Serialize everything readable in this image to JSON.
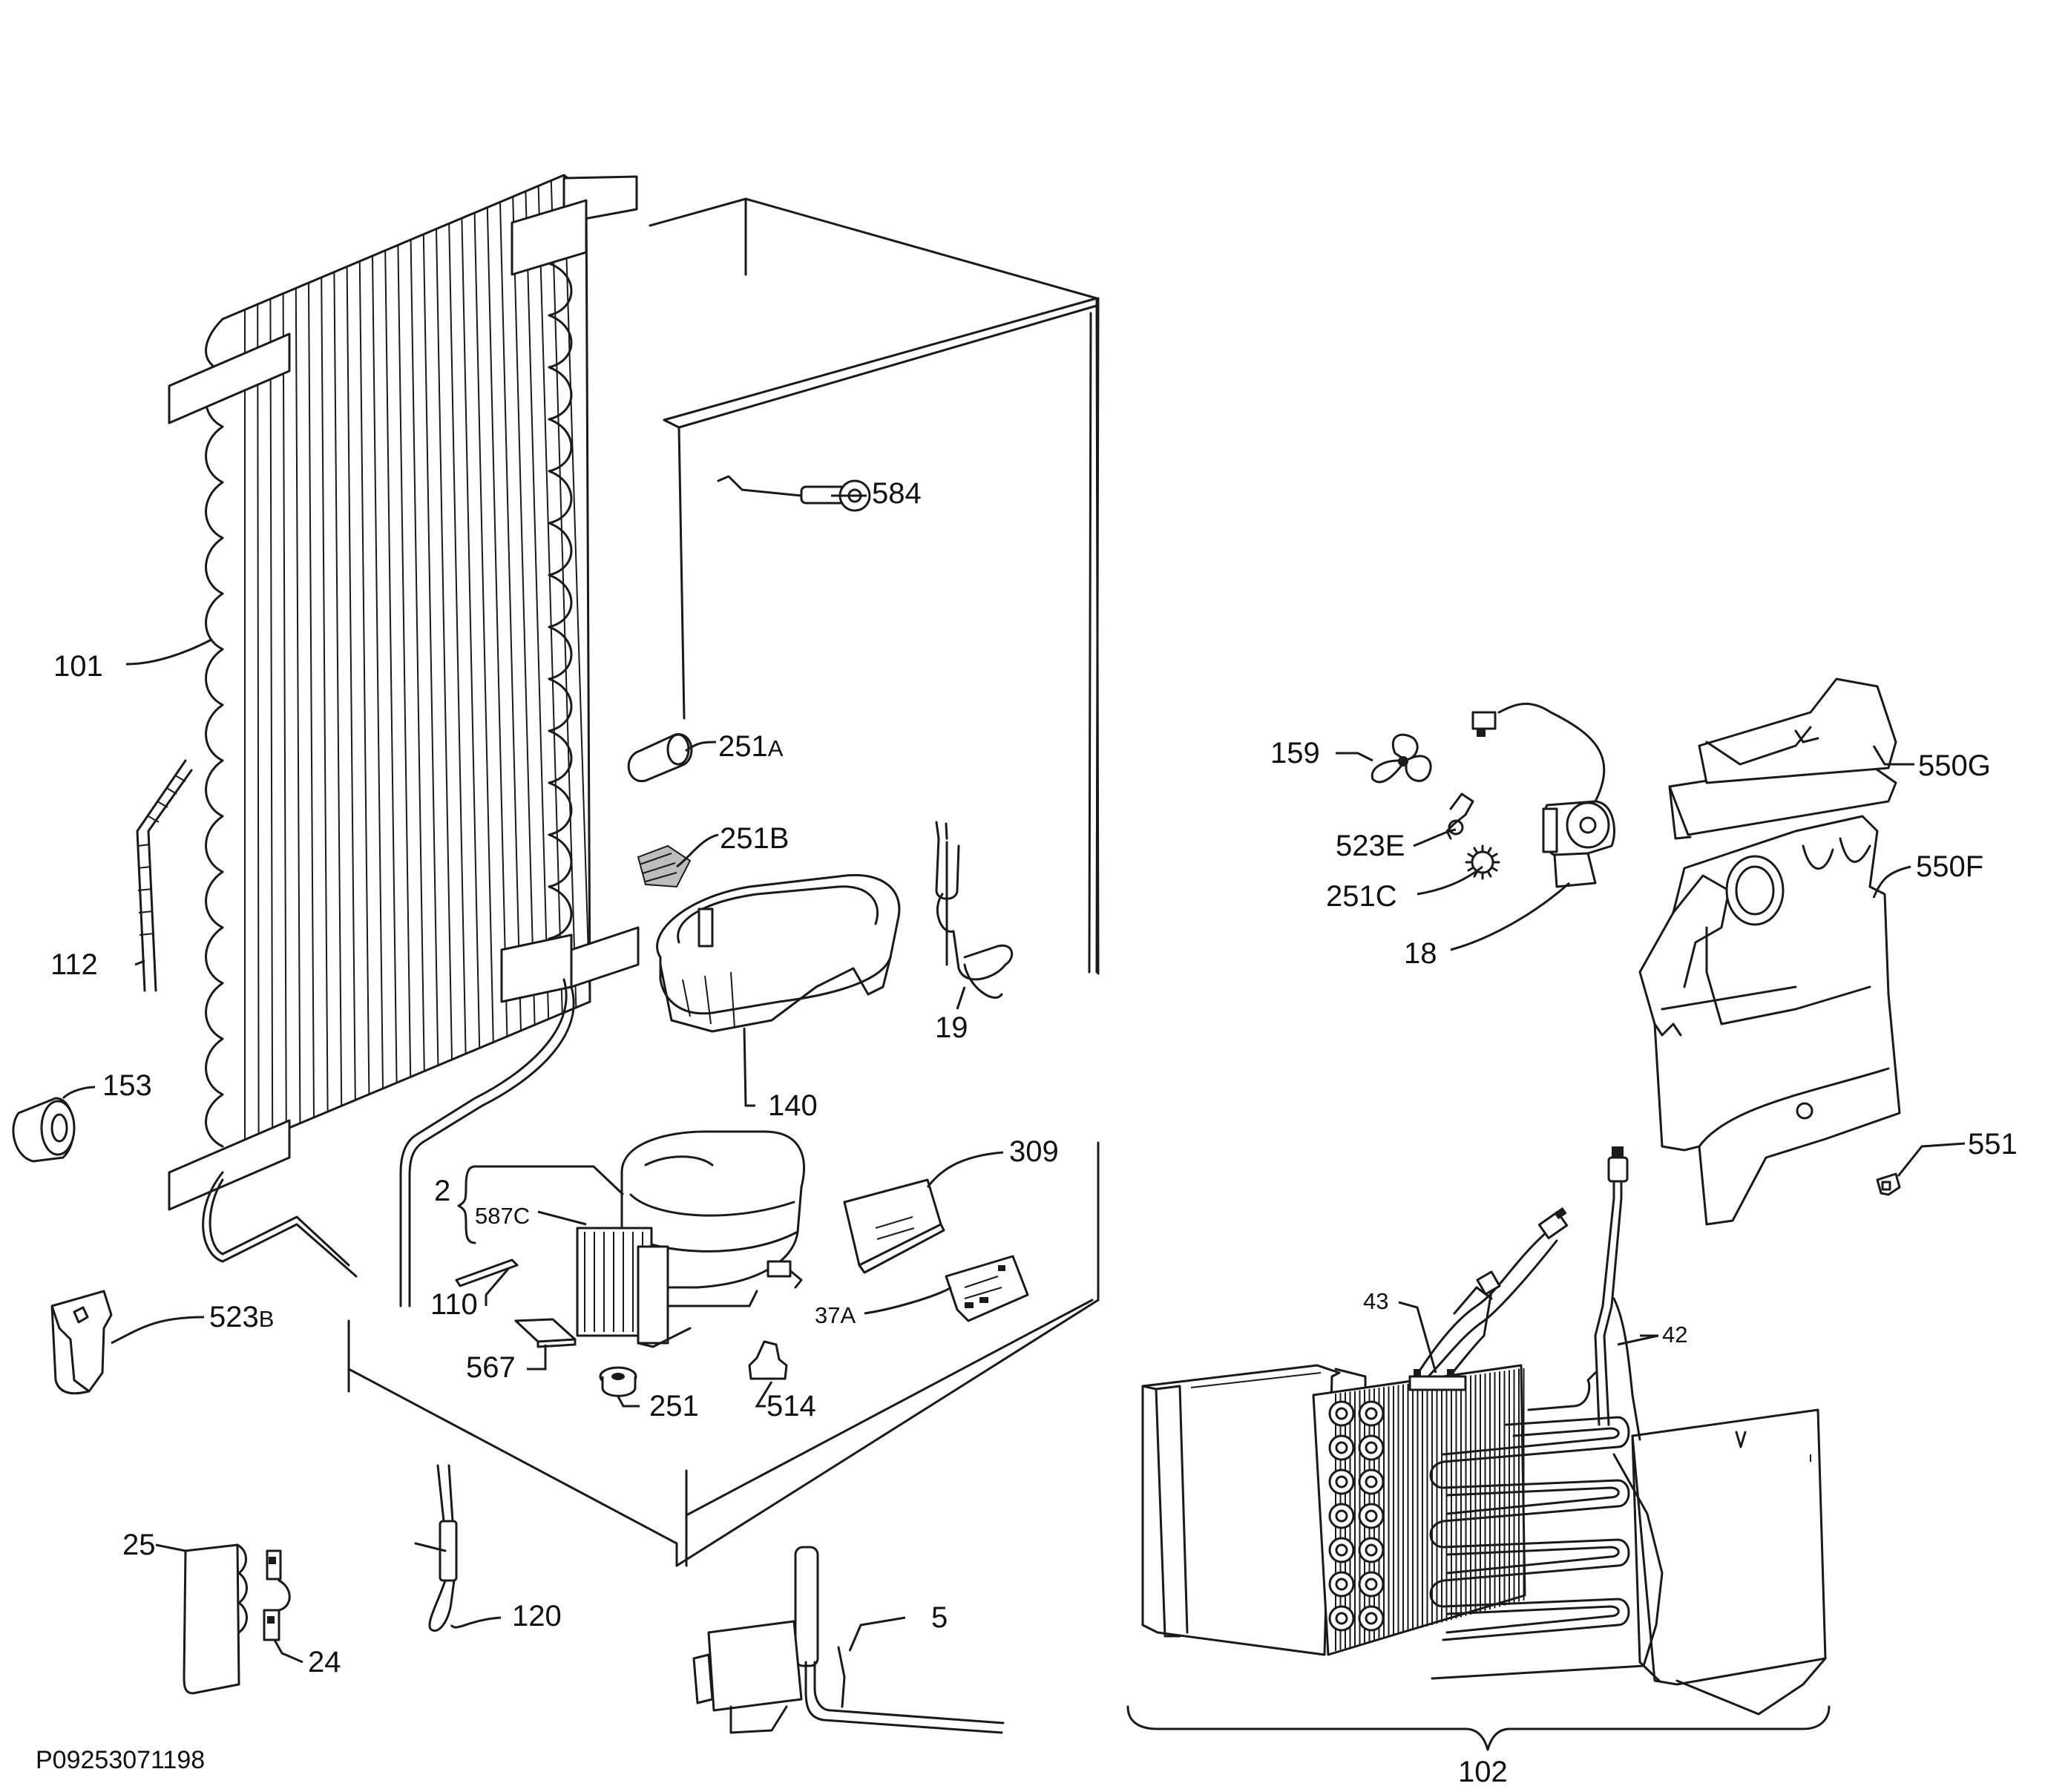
{
  "diagram_code": "P09253071198",
  "callouts": [
    {
      "id": "c584",
      "num": "584",
      "sfx": ""
    },
    {
      "id": "c101",
      "num": "101",
      "sfx": ""
    },
    {
      "id": "c251a",
      "num": "251",
      "sfx": "A"
    },
    {
      "id": "c251b",
      "num": "251B",
      "sfx": ""
    },
    {
      "id": "c112",
      "num": "112",
      "sfx": ""
    },
    {
      "id": "c19",
      "num": "19",
      "sfx": ""
    },
    {
      "id": "c140",
      "num": "140",
      "sfx": ""
    },
    {
      "id": "c153",
      "num": "153",
      "sfx": ""
    },
    {
      "id": "c309",
      "num": "309",
      "sfx": ""
    },
    {
      "id": "c2",
      "num": "2",
      "sfx": ""
    },
    {
      "id": "c587c",
      "num": "587C",
      "sfx": ""
    },
    {
      "id": "c110",
      "num": "110",
      "sfx": ""
    },
    {
      "id": "c37a",
      "num": "37",
      "sfx": "A"
    },
    {
      "id": "c523b",
      "num": "523",
      "sfx": "B"
    },
    {
      "id": "c567",
      "num": "567",
      "sfx": ""
    },
    {
      "id": "c251",
      "num": "251",
      "sfx": ""
    },
    {
      "id": "c514",
      "num": "514",
      "sfx": ""
    },
    {
      "id": "c120",
      "num": "120",
      "sfx": ""
    },
    {
      "id": "c25",
      "num": "25",
      "sfx": ""
    },
    {
      "id": "c24",
      "num": "24",
      "sfx": ""
    },
    {
      "id": "c5",
      "num": "5",
      "sfx": ""
    },
    {
      "id": "c159",
      "num": "159",
      "sfx": ""
    },
    {
      "id": "c523e",
      "num": "523E",
      "sfx": ""
    },
    {
      "id": "c251c",
      "num": "251C",
      "sfx": ""
    },
    {
      "id": "c18",
      "num": "18",
      "sfx": ""
    },
    {
      "id": "c550g",
      "num": "550G",
      "sfx": ""
    },
    {
      "id": "c550f",
      "num": "550F",
      "sfx": ""
    },
    {
      "id": "c551",
      "num": "551",
      "sfx": ""
    },
    {
      "id": "c43",
      "num": "43",
      "sfx": ""
    },
    {
      "id": "c42",
      "num": "42",
      "sfx": ""
    },
    {
      "id": "c102",
      "num": "102",
      "sfx": ""
    }
  ]
}
